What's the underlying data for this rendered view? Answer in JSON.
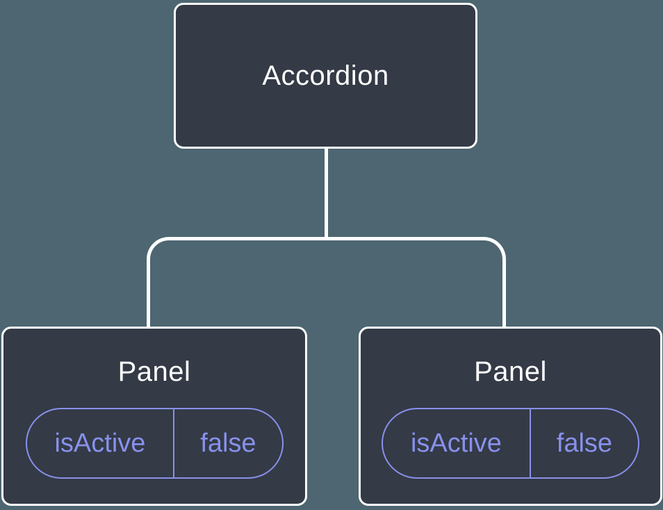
{
  "diagram": {
    "root": {
      "label": "Accordion"
    },
    "children": [
      {
        "label": "Panel",
        "prop": {
          "name": "isActive",
          "value": "false"
        }
      },
      {
        "label": "Panel",
        "prop": {
          "name": "isActive",
          "value": "false"
        }
      }
    ]
  },
  "colors": {
    "background": "#4D6671",
    "node_fill": "#343A46",
    "node_border": "#FFFFFF",
    "connector": "#FFFFFF",
    "prop_accent": "#8891EC",
    "label_text": "#FFFFFF"
  }
}
